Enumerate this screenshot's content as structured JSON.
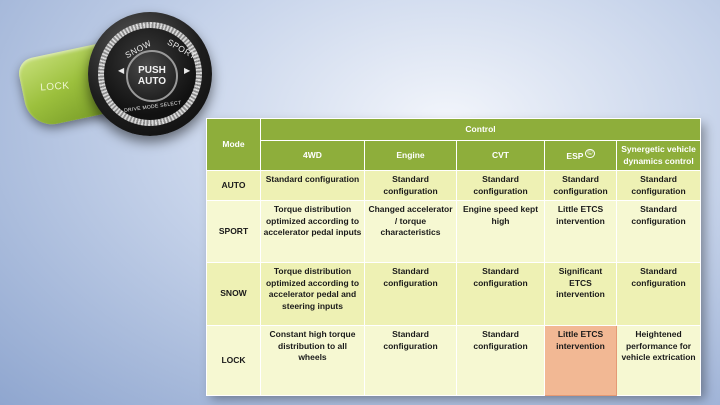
{
  "knob": {
    "lock_label": "LOCK",
    "snow_label": "SNOW",
    "sport_label": "SPORT",
    "push_label": "PUSH",
    "auto_label": "AUTO",
    "drive_mode_select": "DRIVE MODE SELECT"
  },
  "table": {
    "mode_header": "Mode",
    "control_header": "Control",
    "columns": [
      "4WD",
      "Engine",
      "CVT",
      "ESP",
      "Synergetic vehicle dynamics control"
    ],
    "esp_mark": "©",
    "rows": [
      {
        "mode": "AUTO",
        "cells": [
          "Standard configuration",
          "Standard configuration",
          "Standard configuration",
          "Standard configuration",
          "Standard configuration"
        ]
      },
      {
        "mode": "SPORT",
        "cells": [
          "Torque distribution optimized according to accelerator pedal inputs",
          "Changed accelerator / torque characteristics",
          "Engine speed kept high",
          "Little ETCS intervention",
          "Standard configuration"
        ]
      },
      {
        "mode": "SNOW",
        "cells": [
          "Torque distribution optimized according to accelerator pedal and steering inputs",
          "Standard configuration",
          "Standard configuration",
          "Significant ETCS intervention",
          "Standard configuration"
        ]
      },
      {
        "mode": "LOCK",
        "cells": [
          "Constant high torque distribution to all wheels",
          "Standard configuration",
          "Standard configuration",
          "Little ETCS intervention",
          "Heightened performance for vehicle extrication"
        ]
      }
    ]
  },
  "colors": {
    "header_green": "#8eae3b",
    "row_yellow": "#eef1b4",
    "highlight_salmon": "#f2b894",
    "lock_tab_green": "#9cc03d"
  }
}
